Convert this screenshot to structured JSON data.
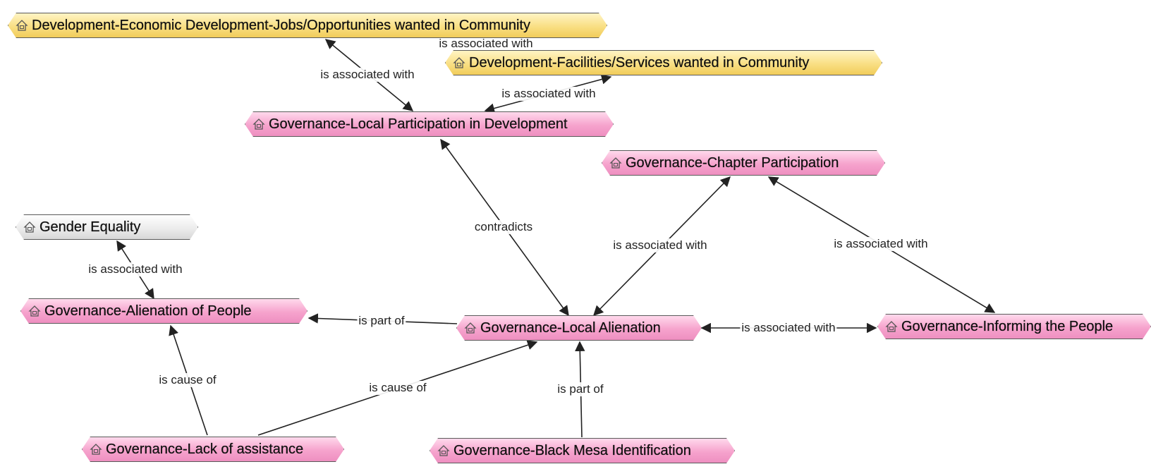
{
  "nodes": {
    "econ_dev": {
      "label": "Development-Economic Development-Jobs/Opportunities wanted in Community"
    },
    "facilities": {
      "label": "Development-Facilities/Services wanted in Community"
    },
    "local_participation": {
      "label": "Governance-Local Participation in Development"
    },
    "chapter_participation": {
      "label": "Governance-Chapter Participation"
    },
    "gender_equality": {
      "label": "Gender Equality"
    },
    "alienation_people": {
      "label": "Governance-Alienation of People"
    },
    "local_alienation": {
      "label": "Governance-Local Alienation"
    },
    "informing_people": {
      "label": "Governance-Informing the People"
    },
    "lack_assistance": {
      "label": "Governance-Lack of assistance"
    },
    "black_mesa": {
      "label": "Governance-Black Mesa Identification"
    }
  },
  "edges": {
    "econ_facilities": "is associated with",
    "econ_local": "is associated with",
    "facilities_local": "is associated with",
    "contradicts": "contradicts",
    "chapter_local": "is associated with",
    "chapter_informing": "is associated with",
    "gender_alienation": "is associated with",
    "local_part_of_alienation": "is part of",
    "local_informing": "is associated with",
    "lack_cause_alienation": "is cause of",
    "lack_cause_local": "is cause of",
    "mesa_part_of_local": "is part of"
  },
  "colors": {
    "concept_pink": "#f6a3cd",
    "concept_yellow": "#f9df84",
    "concept_gray": "#ececec",
    "link": "#222222"
  }
}
